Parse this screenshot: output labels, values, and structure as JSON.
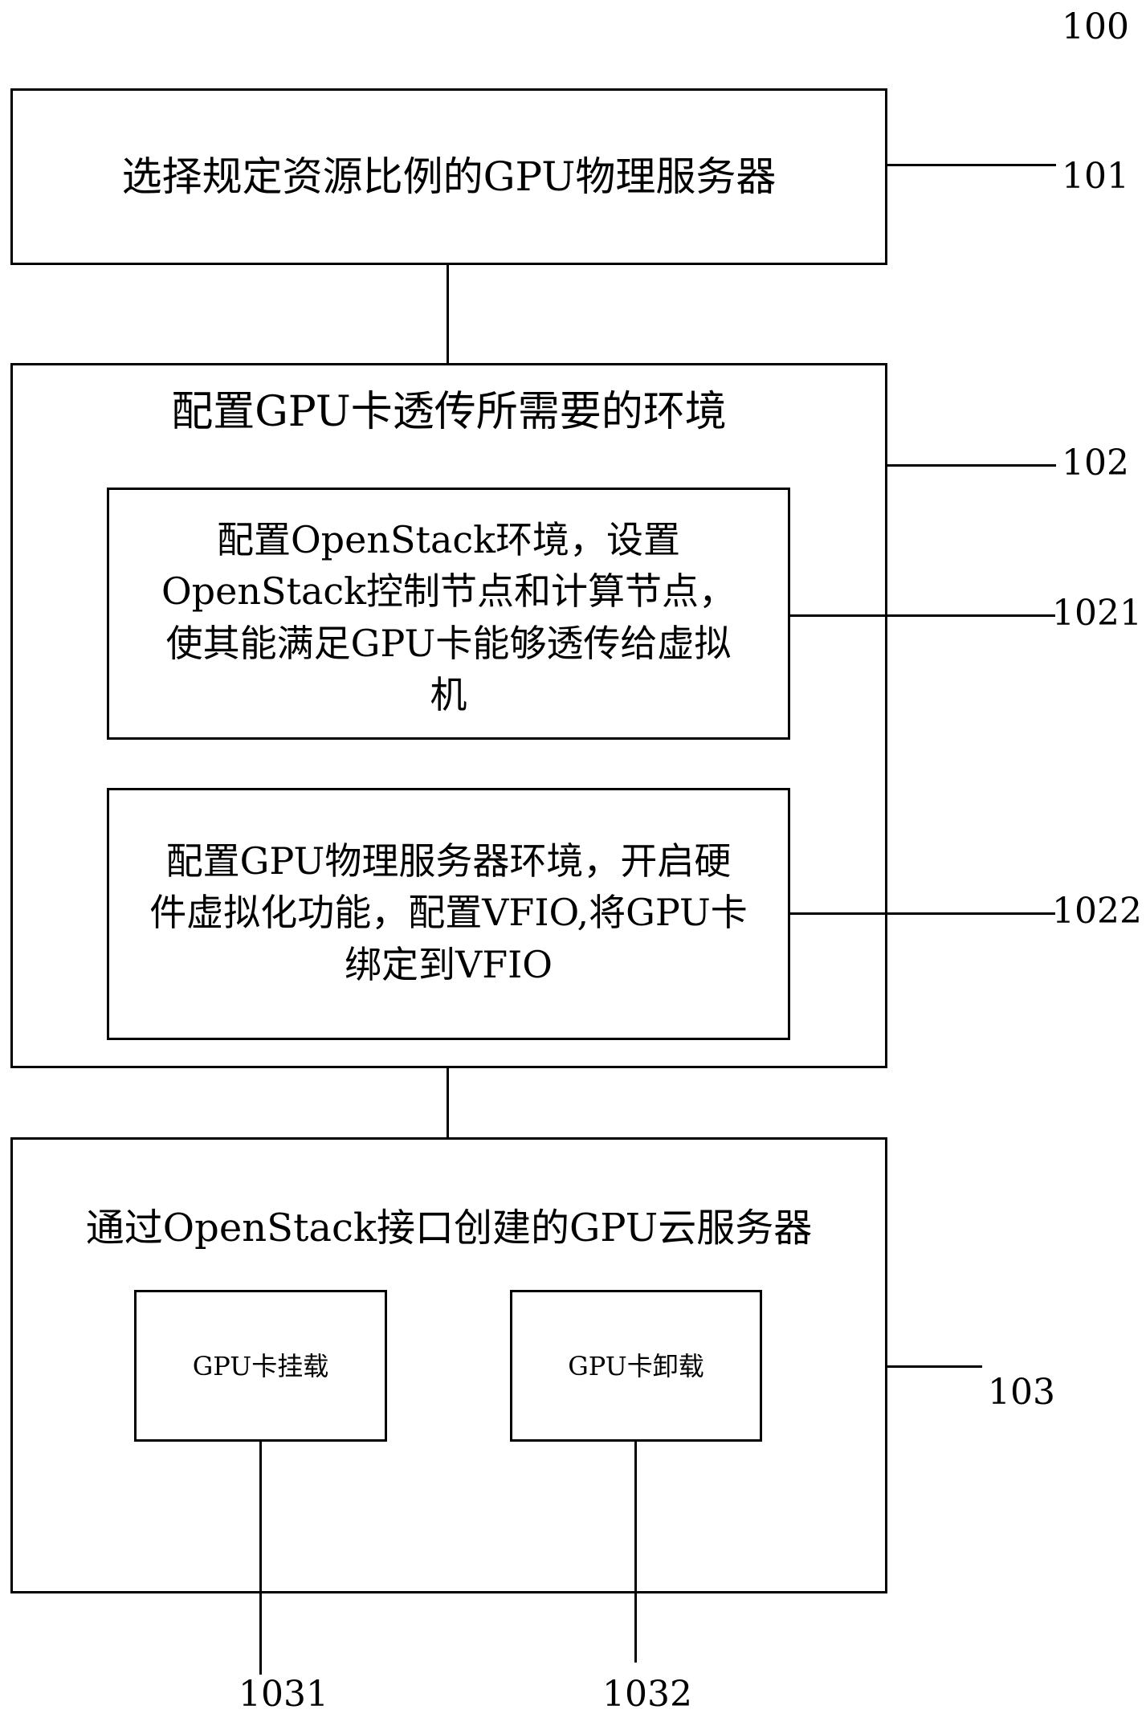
{
  "figure_number": "100",
  "steps": [
    {
      "ref": "101",
      "title": "选择规定资源比例的GPU物理服务器"
    },
    {
      "ref": "102",
      "title": "配置GPU卡透传所需要的环境",
      "substeps": [
        {
          "ref": "1021",
          "lines": [
            "配置OpenStack环境，设置",
            "OpenStack控制节点和计算节点，",
            "使其能满足GPU卡能够透传给虚拟",
            "机"
          ]
        },
        {
          "ref": "1022",
          "lines": [
            "配置GPU物理服务器环境，开启硬",
            "件虚拟化功能，配置VFIO,将GPU卡",
            "绑定到VFIO"
          ]
        }
      ]
    },
    {
      "ref": "103",
      "title": "通过OpenStack接口创建的GPU云服务器",
      "substeps": [
        {
          "ref": "1031",
          "label": "GPU卡挂载"
        },
        {
          "ref": "1032",
          "label": "GPU卡卸载"
        }
      ]
    }
  ]
}
